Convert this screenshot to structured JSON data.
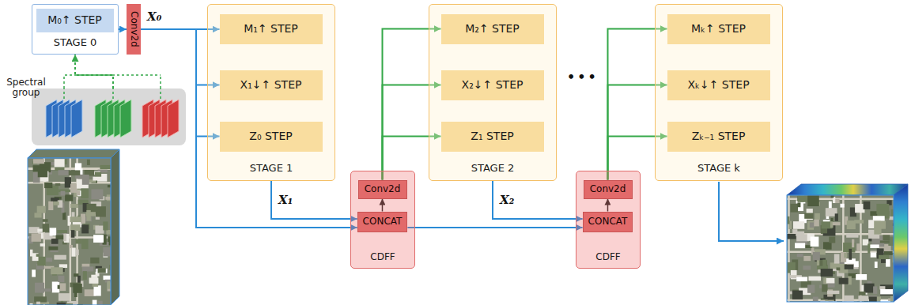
{
  "diagram": {
    "nodes": [
      {
        "text": [
          "STAGE 0"
        ]
      },
      {
        "text": [
          "M₀↑ STEP"
        ],
        "in": 0
      },
      {
        "text": [
          "Spectral group"
        ]
      },
      {
        "text": [
          "Conv2d"
        ]
      },
      {
        "text": [
          "STAGE 1"
        ]
      },
      {
        "text": [
          "M₁↑ STEP"
        ],
        "in": 4
      },
      {
        "text": [
          "X₁↓↑ STEP"
        ],
        "in": 4
      },
      {
        "text": [
          "Z₀ STEP"
        ],
        "in": 4
      },
      {
        "text": [
          "CDFF"
        ]
      },
      {
        "text": [
          "Conv2d"
        ],
        "in": 8
      },
      {
        "text": [
          "CONCAT"
        ],
        "in": 8
      },
      {
        "text": [
          "STAGE 2"
        ]
      },
      {
        "text": [
          "M₂↑ STEP"
        ],
        "in": 11
      },
      {
        "text": [
          "X₂↓↑ STEP"
        ],
        "in": 11
      },
      {
        "text": [
          "Z₁ STEP"
        ],
        "in": 11
      },
      {
        "text": [
          "CDFF"
        ]
      },
      {
        "text": [
          "Conv2d"
        ],
        "in": 15
      },
      {
        "text": [
          "CONCAT"
        ],
        "in": 15
      },
      {
        "text": [
          "STAGE k"
        ]
      },
      {
        "text": [
          "Mₖ↑ STEP"
        ],
        "in": 18
      },
      {
        "text": [
          "Xₖ↓↑ STEP"
        ],
        "in": 18
      },
      {
        "text": [
          "Zₖ₋₁ STEP"
        ],
        "in": 18
      }
    ],
    "edges": [
      {
        "from": 2,
        "to": 0,
        "arrow": "to"
      },
      {
        "from": 0,
        "to": 3,
        "arrow": "to"
      },
      {
        "from": 3,
        "to": 5,
        "arrow": "to"
      },
      {
        "from": 3,
        "to": 6,
        "arrow": "to"
      },
      {
        "from": 3,
        "to": 7,
        "arrow": "to"
      },
      {
        "from": 3,
        "to": 10,
        "arrow": "to"
      },
      {
        "from": 4,
        "to": 10,
        "arrow": "to"
      },
      {
        "from": 10,
        "to": 9,
        "arrow": "to"
      },
      {
        "from": 9,
        "to": 12,
        "arrow": "to"
      },
      {
        "from": 9,
        "to": 13,
        "arrow": "to"
      },
      {
        "from": 9,
        "to": 14,
        "arrow": "to"
      },
      {
        "from": 10,
        "to": 17,
        "arrow": "to"
      },
      {
        "from": 11,
        "to": 17,
        "arrow": "to"
      },
      {
        "from": 17,
        "to": 16,
        "arrow": "to"
      },
      {
        "from": 16,
        "to": 19,
        "arrow": "to"
      },
      {
        "from": 16,
        "to": 20,
        "arrow": "to"
      },
      {
        "from": 16,
        "to": 21,
        "arrow": "to"
      }
    ],
    "labels": [
      "X₀",
      "X₁",
      "X₂",
      "•••"
    ]
  }
}
